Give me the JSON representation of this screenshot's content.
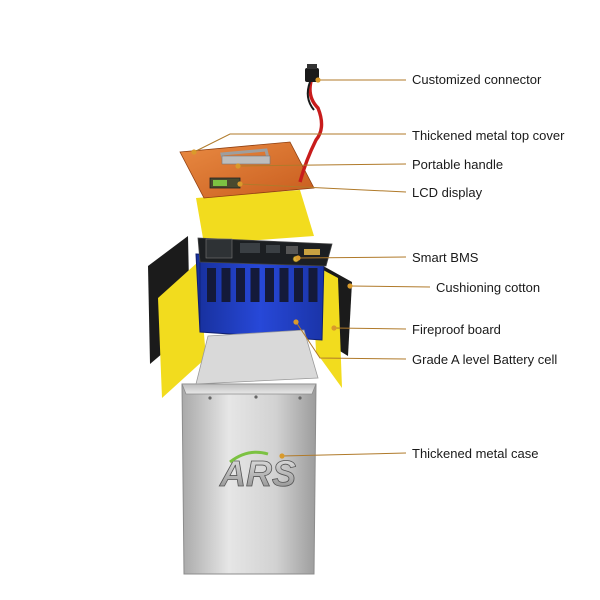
{
  "logo_text": "ARS",
  "labels": {
    "connector": "Customized connector",
    "top_cover": "Thickened metal top cover",
    "handle": "Portable handle",
    "lcd": "LCD display",
    "bms": "Smart BMS",
    "cushioning": "Cushioning cotton",
    "fireproof": "Fireproof board",
    "cells": "Grade A level Battery cell",
    "case": "Thickened metal case"
  },
  "colors": {
    "accent_leader": "#b07a2a",
    "copper_cover": "#e0762e",
    "fireproof_yellow": "#f2dc1e",
    "cell_blue": "#1f3fc4",
    "cushion_black": "#1b1b1b",
    "metal_case": "#c9c9c9",
    "logo_green": "#7cc242"
  }
}
